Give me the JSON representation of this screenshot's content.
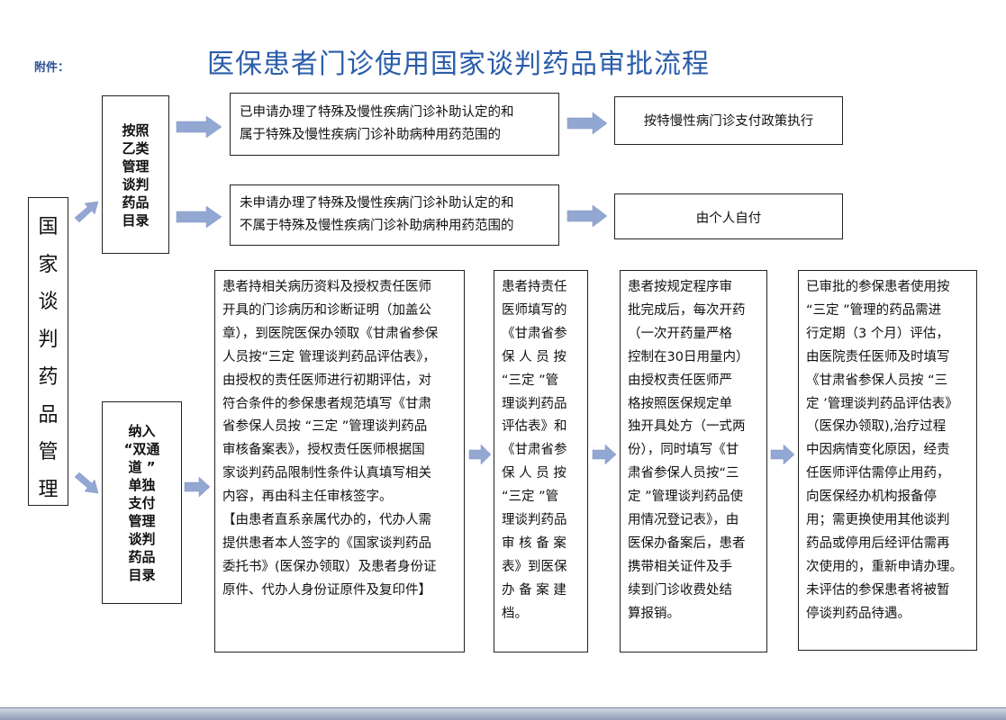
{
  "header": {
    "attachment_label": "附件：",
    "title": "医保患者门诊使用国家谈判药品审批流程"
  },
  "main": {
    "vertical_title": "国\n家\n谈\n判\n药\n品\n管\n理"
  },
  "category_a": {
    "label": "按照\n乙类\n管理\n谈判\n药品\n目录",
    "condition_1": "已申请办理了特殊及慢性疾病门诊补助认定的和\n属于特殊及慢性疾病门诊补助病种用药范围的",
    "result_1": "按特慢性病门诊支付政策执行",
    "condition_2": "未申请办理了特殊及慢性疾病门诊补助认定的和\n不属于特殊及慢性疾病门诊补助病种用药范围的",
    "result_2": "由个人自付"
  },
  "category_b": {
    "label": "纳入\n“双通\n道 ”\n单独\n支付\n管理\n谈判\n药品\n目录",
    "step_1": "患者持相关病历资料及授权责任医师\n开具的门诊病历和诊断证明（加盖公\n章），到医院医保办领取《甘肃省参保\n人员按“三定 管理谈判药品评估表》，\n由授权的责任医师进行初期评估，对\n符合条件的参保患者规范填写《甘肃\n省参保人员按 “三定 ”管理谈判药品\n审核备案表》，授权责任医师根据国\n家谈判药品限制性条件认真填写相关\n内容，再由科主任审核签字。\n【由患者直系亲属代办的，代办人需\n提供患者本人签字的《国家谈判药品\n委托书》(医保办领取）及患者身份证\n原件、代办人身份证原件及复印件】",
    "step_2": "患者持责任\n医师填写的\n《甘肃省参\n保 人 员 按\n“三定 ”管\n理谈判药品\n评估表》和\n《甘肃省参\n保 人 员 按\n“三定 ”管\n理谈判药品\n审 核 备 案\n表》到医保\n办 备 案 建\n档。",
    "step_3": "患者按规定程序审\n批完成后，每次开药\n（一次开药量严格\n控制在30日用量内）\n由授权责任医师严\n格按照医保规定单\n独开具处方（一式两\n份），同时填写《甘\n肃省参保人员按“三\n定 ”管理谈判药品使\n用情况登记表》，由\n医保办备案后，患者\n携带相关证件及手\n续到门诊收费处结\n算报销。",
    "step_4": "已审批的参保患者使用按\n“三定 ”管理的药品需进\n行定期（3 个月）评估，\n由医院责任医师及时填写\n《甘肃省参保人员按 “三\n定 ’管理谈判药品评估表》\n（医保办领取),治疗过程\n中因病情变化原因，经责\n任医师评估需停止用药，\n向医保经办机构报备停\n用；需更换使用其他谈判\n药品或停用后经评估需再\n次使用的，重新申请办理。\n未评估的参保患者将被暂\n停谈判药品待遇。"
  },
  "colors": {
    "arrow": "#93a7d3",
    "title": "#2b5da9",
    "attachment": "#2c4f96"
  }
}
